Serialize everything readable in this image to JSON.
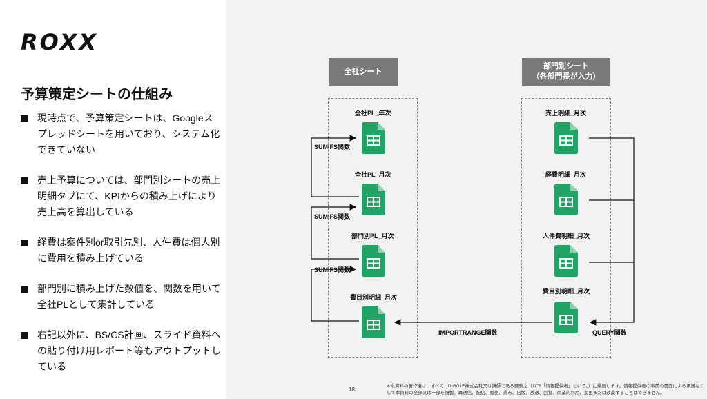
{
  "logo": "ROXX",
  "title": "予算策定シートの仕組み",
  "bullets": [
    "現時点で、予算策定シートは、Googleスプレッドシートを用いており、システム化できていない",
    "売上予算については、部門別シートの売上明細タブにて、KPIからの積み上げにより売上高を算出している",
    "経費は案件別or取引先別、人件費は個人別に費用を積み上げている",
    "部門別に積み上げた数値を、関数を用いて全社PLとして集計している",
    "右記以外に、BS/CS計画、スライド資料への貼り付け用レポート等もアウトプットしている"
  ],
  "diagram": {
    "left_header": "全社シート",
    "right_header_line1": "部門別シート",
    "right_header_line2": "（各部門長が入力）",
    "left_sheets": [
      "全社PL_年次",
      "全社PL_月次",
      "部門別PL_月次",
      "費目別明細_月次"
    ],
    "right_sheets": [
      "売上明細_月次",
      "経費明細_月次",
      "人件費明細_月次",
      "費目別明細_月次"
    ],
    "func_sumifs_1": "SUMIFS関数",
    "func_sumifs_2": "SUMIFS関数",
    "func_sumifs_3": "SUMIFS関数",
    "func_importrange": "IMPORTRANGE関数",
    "func_query": "QUERY関数",
    "sheet_icon": "google-sheets-icon",
    "colors": {
      "sheet_green": "#21a366",
      "header_gray": "#7a7a7a"
    }
  },
  "page_number": "18",
  "footer": "※本資料の著作権は、すべて、DIGGLE株式会社又は講師である鍵鎖之（以下「情報提供者」という。）に帰属します。情報提供者の事前の書面による承諾なくして本資料の全部又は一部を複製、再送信、配信、販売、掲布、出版、放送、回覧、商業的利用、変更または改変することはできません。"
}
